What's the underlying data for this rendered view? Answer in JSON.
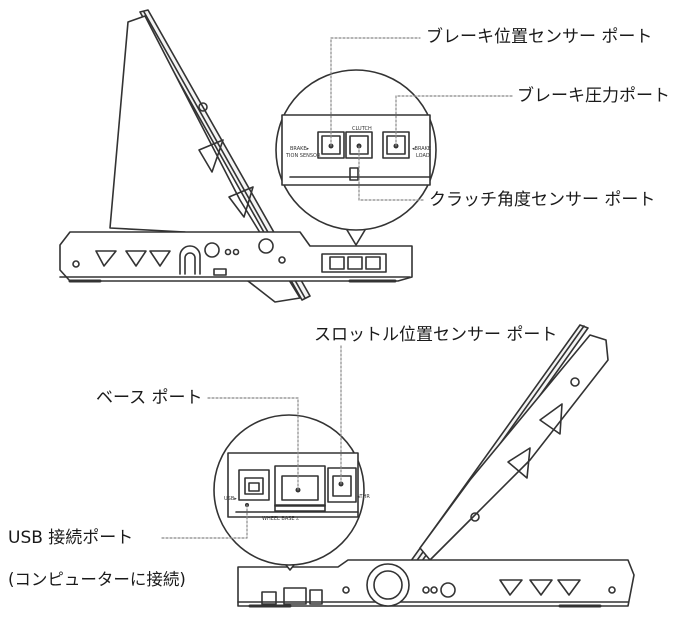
{
  "colors": {
    "line": "#333333",
    "callout": "#888888",
    "background": "#ffffff",
    "text": "#1a1a1a"
  },
  "top_diagram": {
    "callouts": {
      "brake_position_port": "ブレーキ位置センサー ポート",
      "brake_pressure_port": "ブレーキ圧力ポート",
      "clutch_angle_port": "クラッチ角度センサー ポート"
    },
    "panel_labels": {
      "clutch": "CLUTCH",
      "brake_left_1": "BRAKE▸",
      "brake_left_2": "TION SENSOR",
      "brake_right_1": "◂BRAKE",
      "brake_right_2": "LOAD"
    }
  },
  "bottom_diagram": {
    "callouts": {
      "throttle_position_port": "スロットル位置センサー ポート",
      "base_port": "ベース ポート",
      "usb_port_line1": "USB 接続ポート",
      "usb_port_line2": "(コンピューターに接続)"
    },
    "panel_labels": {
      "usb": "USB▸",
      "wheel_base": "WHEEL BASE ▵",
      "throttle": "◂THR"
    }
  }
}
